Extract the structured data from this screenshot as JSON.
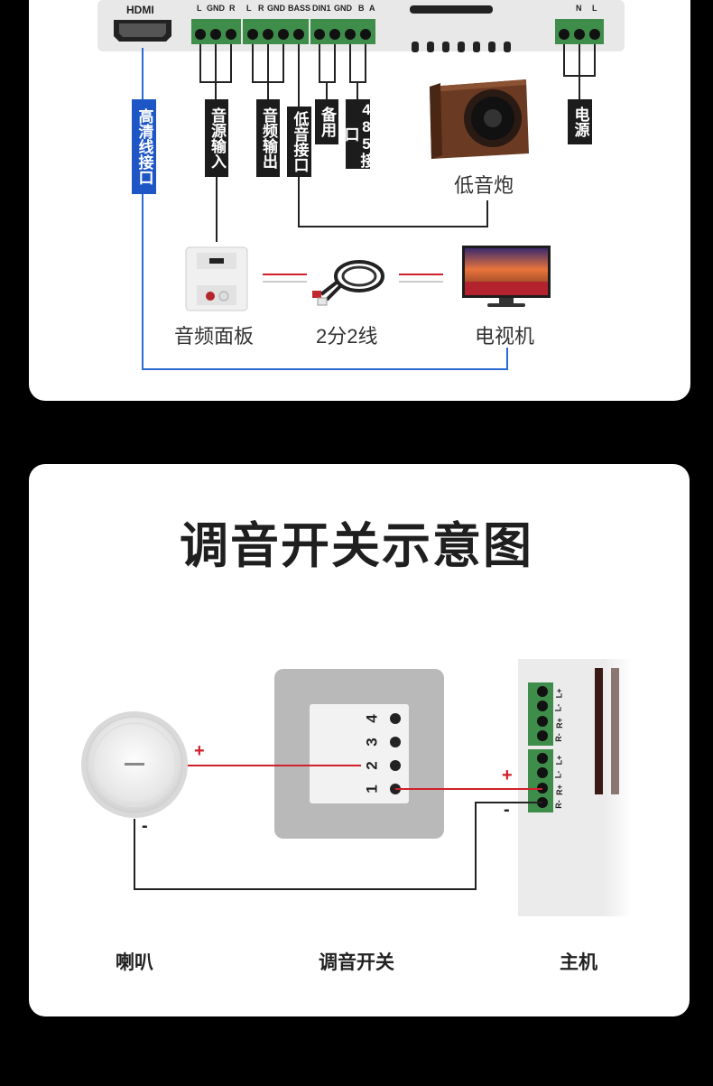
{
  "top": {
    "host_labels": {
      "hdmi": "HDMI",
      "l": "L",
      "gnd": "GND",
      "r": "R",
      "l2": "L",
      "r2": "R",
      "gnd2": "GND",
      "bass": "BASS",
      "din1": "DIN1",
      "gnd3": "GND",
      "b": "B",
      "a": "A",
      "n": "N",
      "l3": "L"
    },
    "callouts": {
      "hdmi_port": "高清线接口",
      "audio_in": "音源输入",
      "audio_out": "音频输出",
      "bass_port": "低音接口",
      "spare": "备用",
      "rs485": "485接口",
      "power": "电源"
    },
    "devices": {
      "subwoofer": "低音炮",
      "audio_panel": "音频面板",
      "cable": "2分2线",
      "tv": "电视机"
    }
  },
  "bottom": {
    "title": "调音开关示意图",
    "switch_pins": [
      "1",
      "2",
      "3",
      "4"
    ],
    "host_terminals_upper": [
      "R-",
      "R+",
      "L-",
      "L+"
    ],
    "host_terminals_lower": [
      "R-",
      "R+",
      "L-",
      "L+"
    ],
    "signs": {
      "plus": "+",
      "minus": "-"
    },
    "captions": {
      "speaker": "喇叭",
      "switch": "调音开关",
      "host": "主机"
    }
  },
  "colors": {
    "terminal_green": "#3f8d4a",
    "callout_blue": "#1e56c6",
    "wire_red": "#d0202a",
    "panel_gray": "#b9b9b9"
  }
}
